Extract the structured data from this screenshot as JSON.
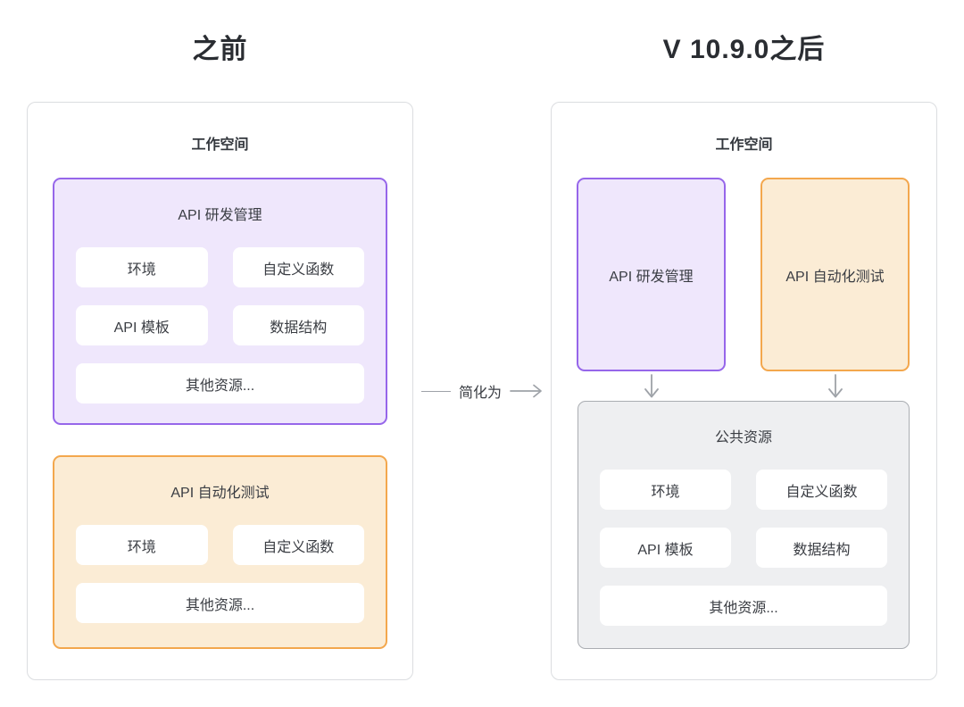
{
  "header": {
    "before_title": "之前",
    "after_title": "V 10.9.0之后"
  },
  "connector": {
    "label": "简化为"
  },
  "before": {
    "workspace_label": "工作空间",
    "dev_group": {
      "title": "API 研发管理",
      "chips": [
        "环境",
        "自定义函数",
        "API 模板",
        "数据结构",
        "其他资源..."
      ]
    },
    "test_group": {
      "title": "API 自动化测试",
      "chips": [
        "环境",
        "自定义函数",
        "其他资源..."
      ]
    }
  },
  "after": {
    "workspace_label": "工作空间",
    "dev_module": {
      "title": "API 研发管理"
    },
    "test_module": {
      "title": "API 自动化测试"
    },
    "shared_group": {
      "title": "公共资源",
      "chips": [
        "环境",
        "自定义函数",
        "API 模板",
        "数据结构",
        "其他资源..."
      ]
    }
  },
  "colors": {
    "purple_border": "#9666EA",
    "purple_fill": "#EFE7FC",
    "orange_border": "#F3A74D",
    "orange_fill": "#FBECD5",
    "gray_border": "#AAADB2",
    "gray_fill": "#EEEFF1",
    "container_border": "#DBDDE0",
    "arrow": "#9EA2A8",
    "text_dark": "#3A3D43",
    "text_title": "#2A2D32"
  }
}
